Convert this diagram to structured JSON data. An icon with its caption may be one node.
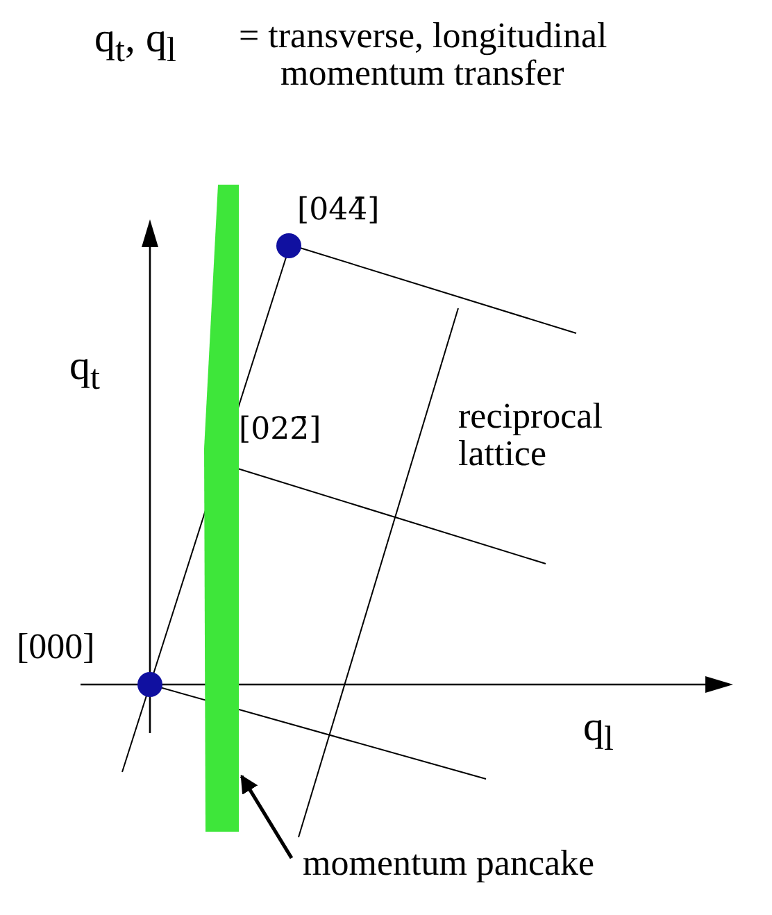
{
  "diagram": {
    "nodes": [
      {
        "text": [],
        "shape": "bar"
      },
      {
        "text": [
          "momentum pancake"
        ]
      }
    ],
    "edges": [
      {
        "from": 1,
        "to": 0,
        "arrow": "to"
      }
    ],
    "labels": [
      "q$_{t}$, q$_{l}$",
      "= transverse, longitudinal momentum transfer",
      "[044̄]",
      "q$_{t}$",
      "[022̄]",
      "reciprocal lattice",
      "[000]",
      "q$_{l}$"
    ]
  }
}
